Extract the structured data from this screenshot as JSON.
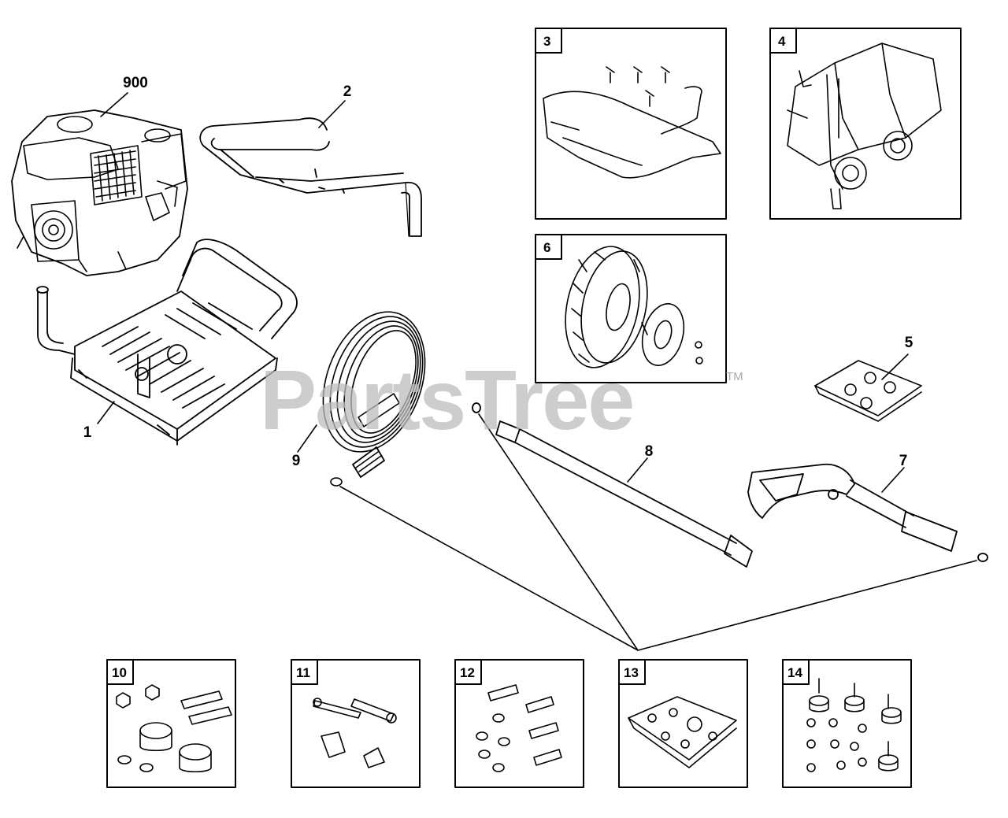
{
  "watermark": {
    "text": "PartsTree",
    "tm": "TM"
  },
  "callouts": {
    "engine": "900",
    "handle": "2",
    "frame": "1",
    "hose": "9",
    "wand": "8",
    "gun": "7",
    "nozzle_pack": "5"
  },
  "boxes": {
    "b3": "3",
    "b4": "4",
    "b6": "6",
    "b10": "10",
    "b11": "11",
    "b12": "12",
    "b13": "13",
    "b14": "14"
  }
}
